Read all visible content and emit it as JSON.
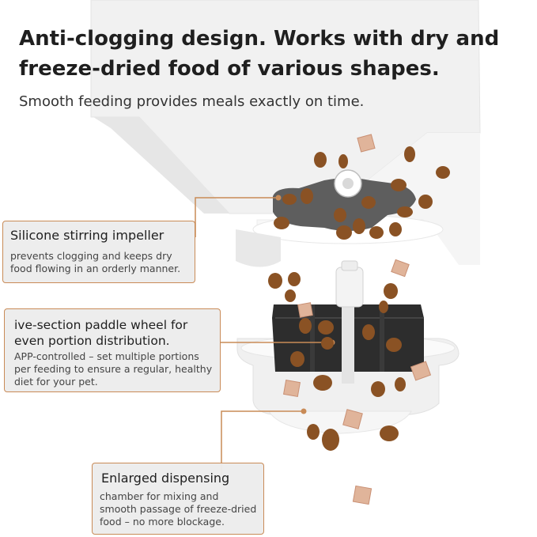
{
  "headline": {
    "line1": "Anti-clogging design. Works with dry and",
    "line2": "freeze-dried food of various shapes."
  },
  "subheadline": "Smooth feeding provides meals exactly on time.",
  "callouts": [
    {
      "title": "Silicone stirring impeller",
      "description": "prevents clogging and keeps dry food flowing in an orderly manner."
    },
    {
      "title_line1": "ive-section paddle wheel for",
      "title_line2": "even portion distribution.",
      "description": "APP-controlled – set multiple portions per feeding to ensure a regular, healthy diet for your pet."
    },
    {
      "title": "Enlarged dispensing",
      "description": "chamber for mixing and smooth passage of freeze-dried food – no more blockage."
    }
  ],
  "colors": {
    "accent": "#c98b57",
    "callout_background": "#ececec",
    "impeller": "#5e5e5e",
    "paddle_wheel": "#2d2d2d",
    "kibble_brown": "#8a5224",
    "freeze_dried_pink": "#e0b49a"
  }
}
